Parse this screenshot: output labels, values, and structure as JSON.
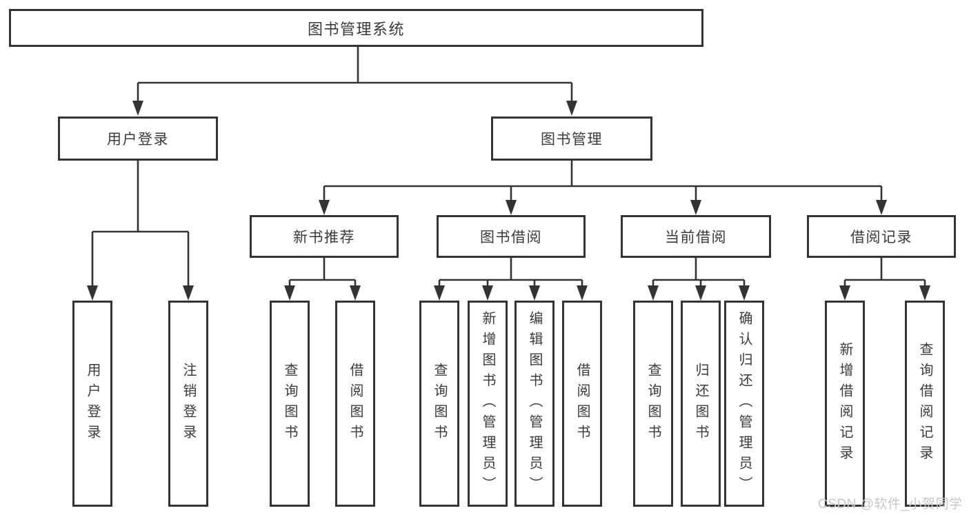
{
  "title": "图书管理系统",
  "level2": [
    {
      "label": "用户登录"
    },
    {
      "label": "图书管理"
    }
  ],
  "level3": [
    {
      "label": "新书推荐"
    },
    {
      "label": "图书借阅"
    },
    {
      "label": "当前借阅"
    },
    {
      "label": "借阅记录"
    }
  ],
  "leaves": {
    "user_login": [
      "用户登录",
      "注销登录"
    ],
    "new_books": [
      "查询图书",
      "借阅图书"
    ],
    "borrow": [
      "查询图书",
      "新增图书（管理员）",
      "编辑图书（管理员）",
      "借阅图书"
    ],
    "current": [
      "查询图书",
      "归还图书",
      "确认归还（管理员）"
    ],
    "records": [
      "新增借阅记录",
      "查询借阅记录"
    ]
  },
  "watermark": "CSDN @软件_小贺同学",
  "colors": {
    "line": "#333333",
    "text": "#3a3a3a",
    "background": "#ffffff",
    "watermark": "#c7c7c7"
  }
}
